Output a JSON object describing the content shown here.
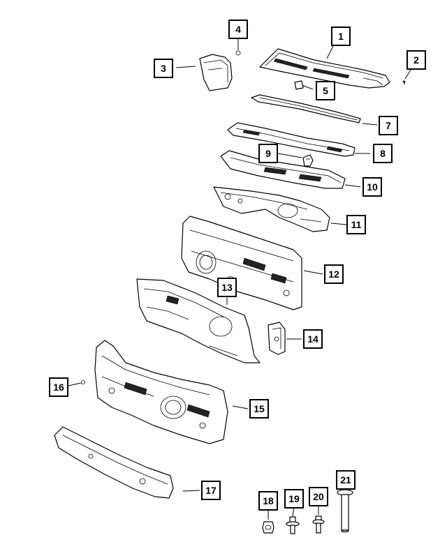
{
  "callouts": [
    {
      "id": "c1",
      "label": "1"
    },
    {
      "id": "c2",
      "label": "2"
    },
    {
      "id": "c3",
      "label": "3"
    },
    {
      "id": "c4",
      "label": "4"
    },
    {
      "id": "c5",
      "label": "5"
    },
    {
      "id": "c7",
      "label": "7"
    },
    {
      "id": "c8",
      "label": "8"
    },
    {
      "id": "c9",
      "label": "9"
    },
    {
      "id": "c10",
      "label": "10"
    },
    {
      "id": "c11",
      "label": "11"
    },
    {
      "id": "c12",
      "label": "12"
    },
    {
      "id": "c13",
      "label": "13"
    },
    {
      "id": "c14",
      "label": "14"
    },
    {
      "id": "c15",
      "label": "15"
    },
    {
      "id": "c16",
      "label": "16"
    },
    {
      "id": "c17",
      "label": "17"
    },
    {
      "id": "c18",
      "label": "18"
    },
    {
      "id": "c19",
      "label": "19"
    },
    {
      "id": "c20",
      "label": "20"
    },
    {
      "id": "c21",
      "label": "21"
    }
  ]
}
